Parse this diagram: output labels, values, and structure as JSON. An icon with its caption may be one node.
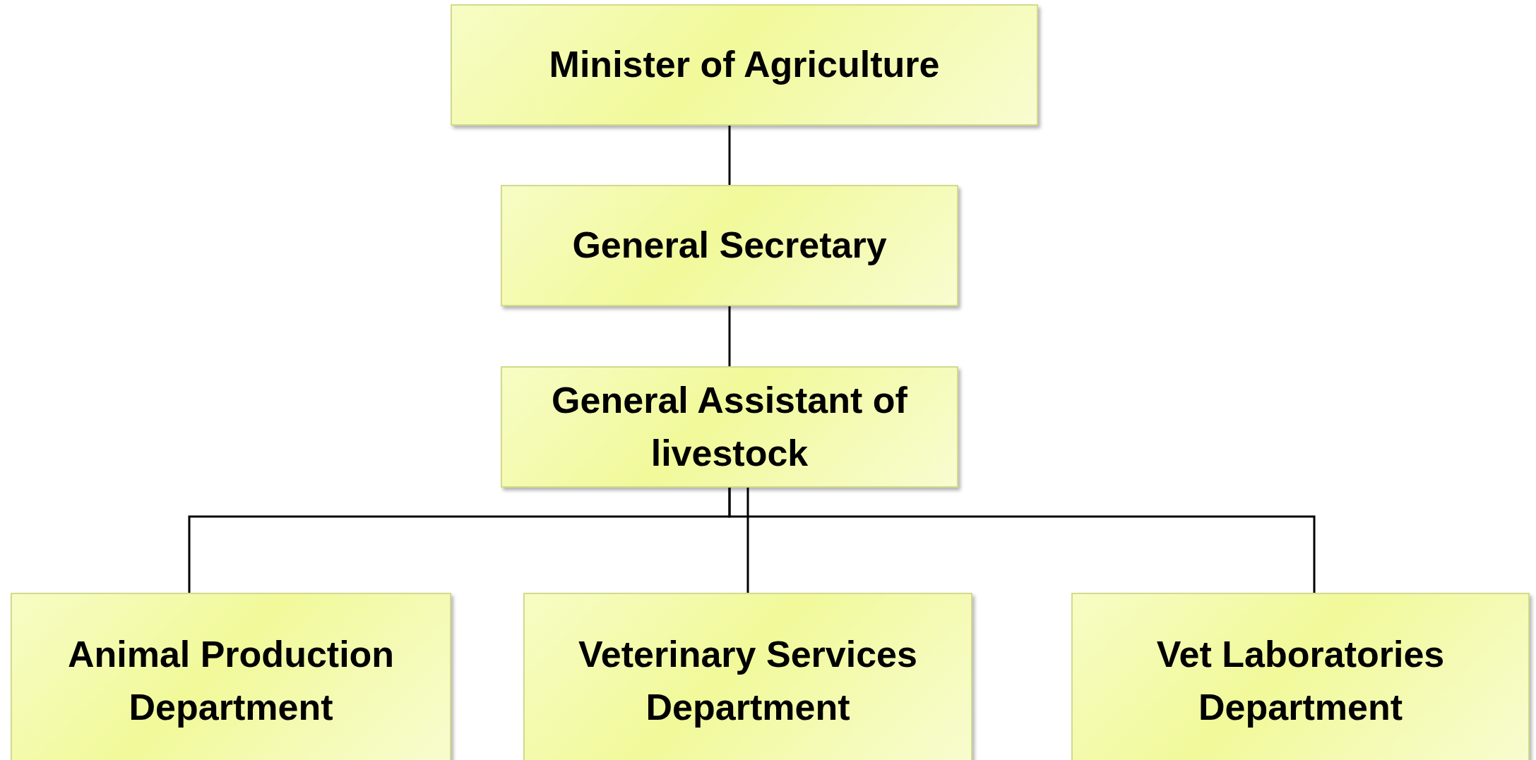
{
  "diagram": {
    "nodes": [
      {
        "text": [
          "Minister of Agriculture"
        ]
      },
      {
        "text": [
          "General Secretary"
        ]
      },
      {
        "text": [
          "General Assistant of livestock"
        ]
      },
      {
        "text": [
          "Animal Production Department"
        ]
      },
      {
        "text": [
          "Veterinary Services Department"
        ]
      },
      {
        "text": [
          "Vet Laboratories Department"
        ]
      }
    ],
    "edges": [
      {
        "from": 0,
        "to": 1,
        "arrow": "none"
      },
      {
        "from": 1,
        "to": 2,
        "arrow": "none"
      },
      {
        "from": 2,
        "to": 3,
        "arrow": "none"
      },
      {
        "from": 2,
        "to": 4,
        "arrow": "none"
      },
      {
        "from": 2,
        "to": 5,
        "arrow": "none"
      }
    ]
  }
}
